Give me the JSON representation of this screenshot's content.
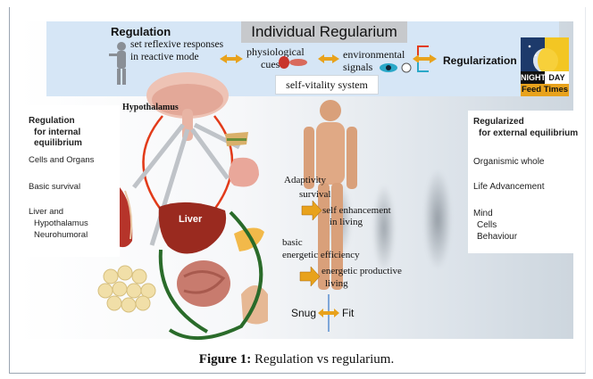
{
  "top": {
    "regulation_title": "Regulation",
    "regulation_desc_line1": "set reflexive responses",
    "regulation_desc_line2": "in reactive mode",
    "title": "Individual Regularium",
    "physio_line1": "physiological",
    "physio_line2": "cues",
    "env_line1": "environmental",
    "env_line2": "signals",
    "regularization": "Regularization",
    "self_vitality": "self-vitality system",
    "night": "NIGHT",
    "day": "DAY",
    "feed_times": "Feed Times"
  },
  "left_panel": {
    "hypothalamus": "Hypothalamus",
    "heading_line1": "Regulation",
    "heading_line2": "for internal equilibrium",
    "items": [
      "Cells and Organs",
      "Basic survival"
    ],
    "liver_line1": "Liver and",
    "liver_line2": "Hypothalamus",
    "liver_line3": "Neurohumoral"
  },
  "organs": {
    "liver": "Liver"
  },
  "center": {
    "adaptivity": "Adaptivity",
    "survival": "survival",
    "self_enh_line1": "self enhancement",
    "self_enh_line2": "in living",
    "basic": "basic",
    "energetic_eff": "energetic efficiency",
    "energetic_prod_line1": "energetic productive",
    "energetic_prod_line2": "living",
    "snug": "Snug",
    "fit": "Fit"
  },
  "right_panel": {
    "heading_line1": "Regularized",
    "heading_line2": "for external equilibrium",
    "item1": "Organismic whole",
    "item2": "Life Advancement",
    "mind": "Mind",
    "cells": "Cells",
    "behaviour": "Behaviour"
  },
  "caption": {
    "label": "Figure 1:",
    "text": "Regulation vs regularium."
  },
  "colors": {
    "band": "#d6e6f6",
    "arrow_orange": "#e8a21c",
    "arrow_red": "#e23b1a",
    "arrow_green": "#2a6b2a",
    "liver": "#9a2a1f"
  }
}
